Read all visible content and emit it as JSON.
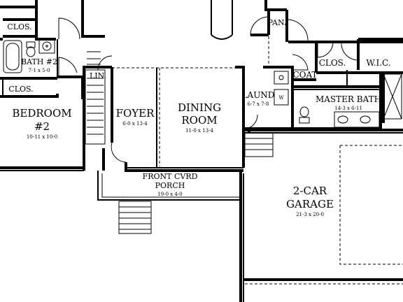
{
  "plan": {
    "rooms": {
      "clos_tl": {
        "name": "CLOS."
      },
      "bath2": {
        "name": "BATH #2",
        "dim": "7-1 x 5-0"
      },
      "clos_l": {
        "name": "CLOS."
      },
      "bedroom2": {
        "name1": "BEDROOM",
        "name2": "#2",
        "dim": "10-11 x 10-0"
      },
      "lin": {
        "name": "LIN."
      },
      "foyer": {
        "name": "FOYER",
        "dim": "6-0 x 13-4"
      },
      "dining": {
        "name1": "DINING",
        "name2": "ROOM",
        "dim": "11-0 x 13-4"
      },
      "porch": {
        "name1": "FRONT CVRD",
        "name2": "PORCH",
        "dim": "19-0 x 4-0"
      },
      "pan": {
        "name": "PAN."
      },
      "laund": {
        "name": "LAUND",
        "dim": "6-7 x 7-8"
      },
      "coat": {
        "name": "COAT"
      },
      "clos_r": {
        "name": "CLOS."
      },
      "wic": {
        "name": "W.I.C."
      },
      "master_bath": {
        "name": "MASTER BATH",
        "dim": "14-3 x 6-11"
      },
      "garage": {
        "name1": "2-CAR",
        "name2": "GARAGE",
        "dim": "21-3 x 20-0"
      }
    },
    "fixtures": {
      "washer": "W",
      "dryer": "D"
    }
  }
}
